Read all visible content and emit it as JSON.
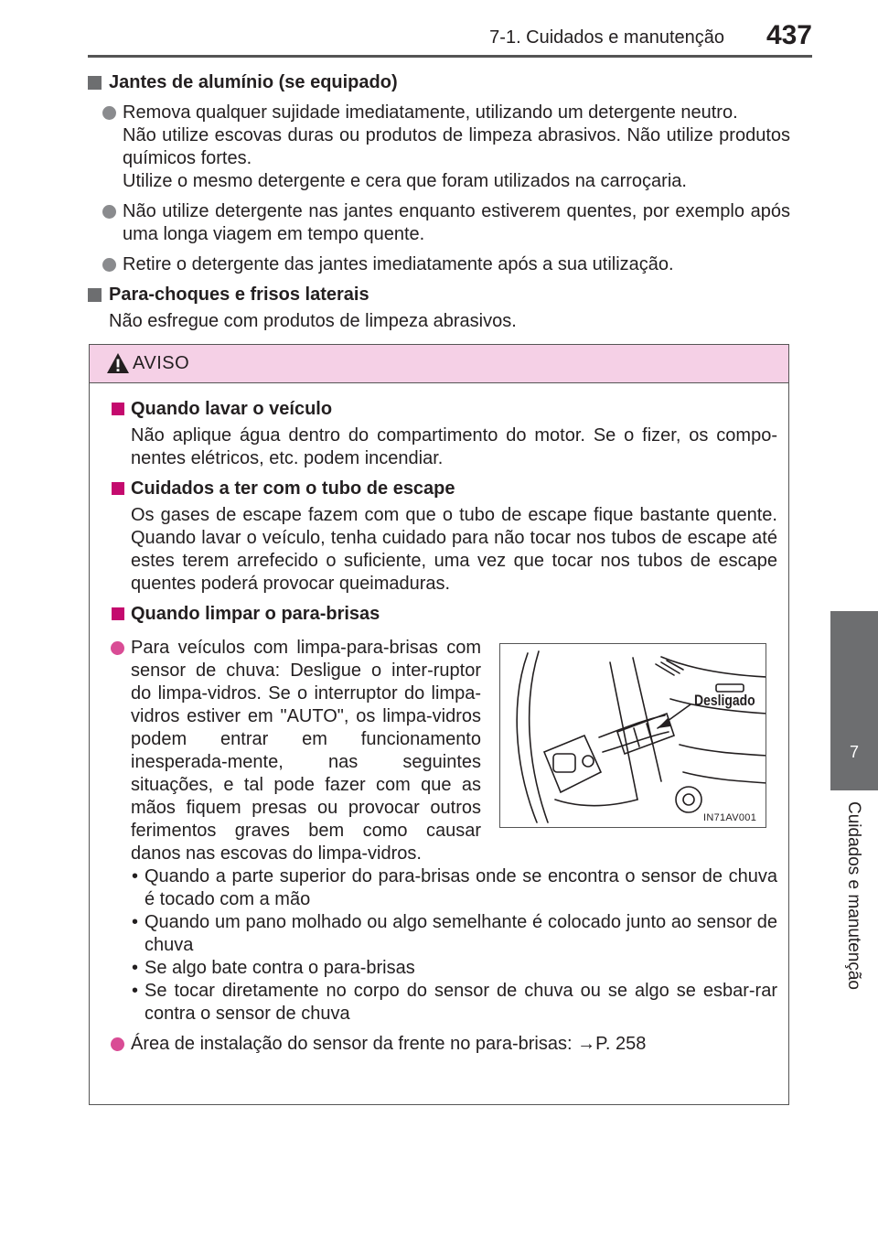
{
  "header": {
    "section": "7-1. Cuidados e manutenção",
    "page": "437"
  },
  "side_tab": {
    "number": "7",
    "label": "Cuidados e manutenção"
  },
  "sections": {
    "wheels": {
      "title": "Jantes de alumínio (se equipado)",
      "b1_l1": "Remova qualquer sujidade imediatamente, utilizando um detergente neutro.",
      "b1_l2": "Não utilize escovas duras ou produtos de limpeza abrasivos. Não utilize produtos químicos fortes.",
      "b1_l3": "Utilize o mesmo detergente e cera que foram utilizados na carroçaria.",
      "b2": "Não utilize detergente nas jantes enquanto estiverem quentes, por exemplo após uma longa viagem em tempo quente.",
      "b3": "Retire o detergente das jantes imediatamente após a sua utilização."
    },
    "bumpers": {
      "title": "Para-choques e frisos laterais",
      "text": "Não esfregue com produtos de limpeza abrasivos."
    }
  },
  "warning": {
    "label": "AVISO",
    "s1_title": "Quando lavar o veículo",
    "s1_text": "Não aplique água dentro do compartimento do motor. Se o fizer, os compo-nentes elétricos, etc. podem incendiar.",
    "s2_title": "Cuidados a ter com o tubo de escape",
    "s2_text": "Os gases de escape fazem com que o tubo de escape fique bastante quente. Quando lavar o veículo, tenha cuidado para não tocar nos tubos de escape até estes terem arrefecido o suficiente, uma vez que tocar nos tubos de escape quentes poderá provocar queimaduras.",
    "s3_title": "Quando limpar o para-brisas",
    "s3_b1": "Para veículos com limpa-para-brisas com sensor de chuva: Desligue o inter-ruptor do limpa-vidros. Se o interruptor do limpa-vidros estiver em \"AUTO\", os limpa-vidros podem entrar em funcionamento inesperada-mente, nas seguintes situações, e tal pode fazer com que as mãos fiquem presas ou provocar outros ferimentos graves bem como causar danos nas escovas do limpa-vidros.",
    "sub1": "Quando a parte superior do para-brisas onde se encontra o sensor de chuva é tocado com a mão",
    "sub2": "Quando um pano molhado ou algo semelhante é colocado junto ao sensor de chuva",
    "sub3": "Se algo bate contra o para-brisas",
    "sub4": "Se tocar diretamente no corpo do sensor de chuva ou se algo se esbar-rar contra o sensor de chuva",
    "s3_b2": "Área de instalação do sensor da frente no para-brisas: →P. 258"
  },
  "figure": {
    "label": "Desligado",
    "code": "IN71AV001"
  }
}
